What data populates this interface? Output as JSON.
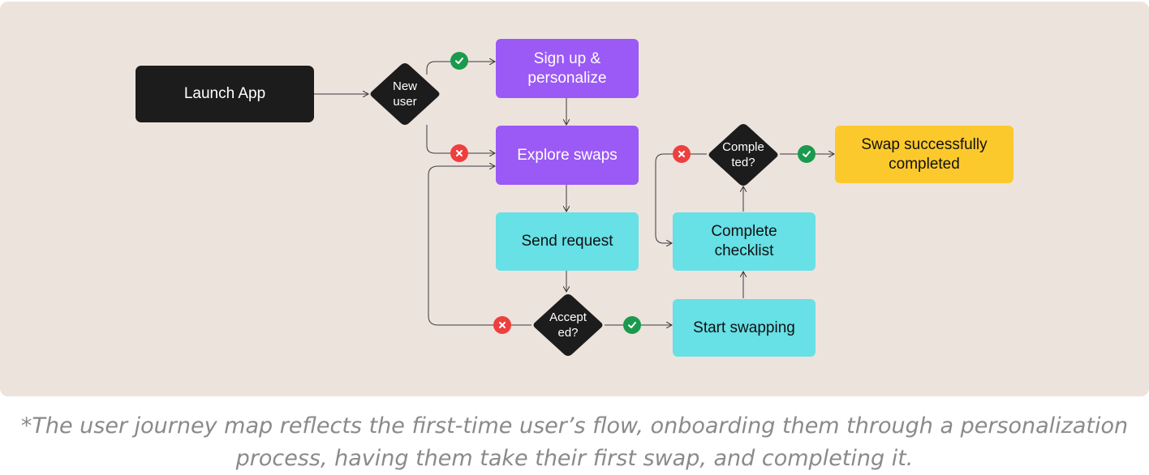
{
  "nodes": {
    "launch_app": "Launch App",
    "sign_up": "Sign up &\npersonalize",
    "explore": "Explore swaps",
    "send_request": "Send request",
    "start_swapping": "Start swapping",
    "complete_checklist": "Complete\nchecklist",
    "swap_completed": "Swap successfully\ncompleted"
  },
  "decisions": {
    "new_user": "New\nuser",
    "accepted": "Accept\ned?",
    "completed": "Comple\nted?"
  },
  "badges": {
    "yes_icon": "check-circle-icon",
    "no_icon": "x-circle-icon"
  },
  "caption": "*The user journey map reflects the first-time user’s flow, onboarding them through a personalization process, having them take their first swap, and completing it.",
  "colors": {
    "background": "#ede3dd",
    "terminal": "#1c1c1c",
    "purple_step": "#9b59f6",
    "cyan_step": "#67e0e6",
    "success": "#fcc92c",
    "yes": "#1b9a4d",
    "no": "#ee3f3f"
  }
}
